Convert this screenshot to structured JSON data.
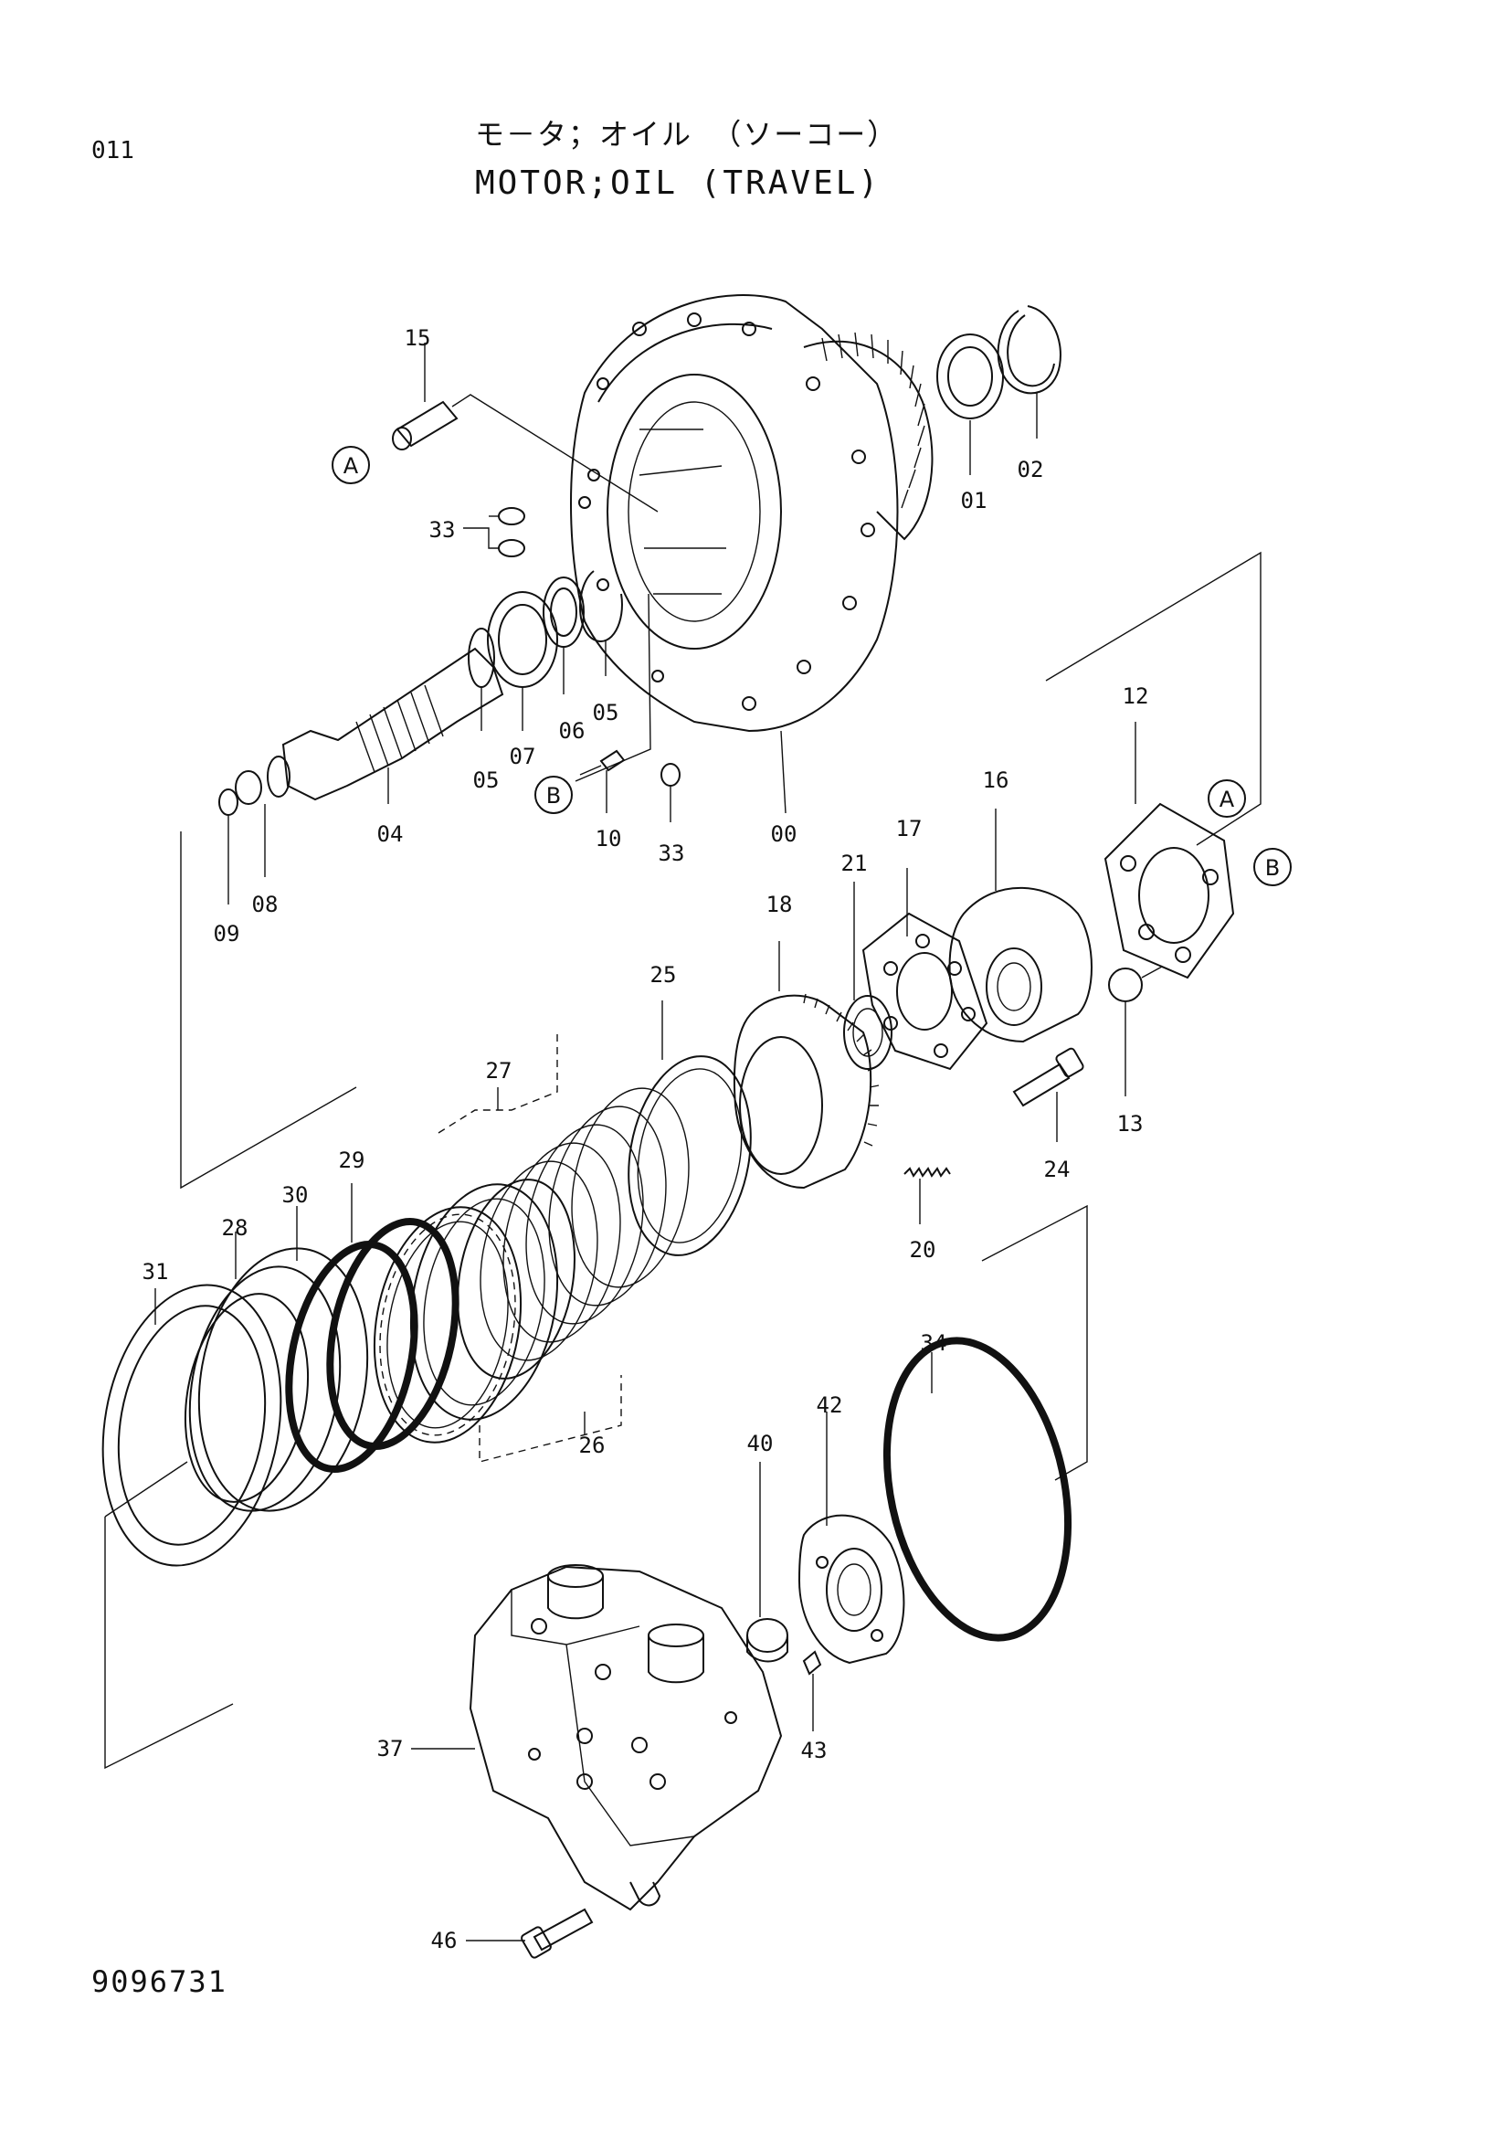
{
  "header": {
    "page_code": "011",
    "title_jp": "モ－タ；オイル （ソーコー）",
    "title_en": "MOTOR;OIL (TRAVEL)"
  },
  "footer": {
    "drawing_number": "9096731"
  },
  "callouts": {
    "p00": "00",
    "p01": "01",
    "p02": "02",
    "p04": "04",
    "p05a": "05",
    "p05b": "05",
    "p06": "06",
    "p07": "07",
    "p08": "08",
    "p09": "09",
    "p10": "10",
    "p12": "12",
    "p13": "13",
    "p15": "15",
    "p16": "16",
    "p17": "17",
    "p18": "18",
    "p20": "20",
    "p21": "21",
    "p24": "24",
    "p25": "25",
    "p26": "26",
    "p27": "27",
    "p28": "28",
    "p29": "29",
    "p30": "30",
    "p31": "31",
    "p33a": "33",
    "p33b": "33",
    "p34": "34",
    "p37": "37",
    "p40": "40",
    "p42": "42",
    "p43": "43",
    "p46": "46"
  },
  "references": {
    "a1": "A",
    "a2": "A",
    "b1": "B",
    "b2": "B"
  }
}
